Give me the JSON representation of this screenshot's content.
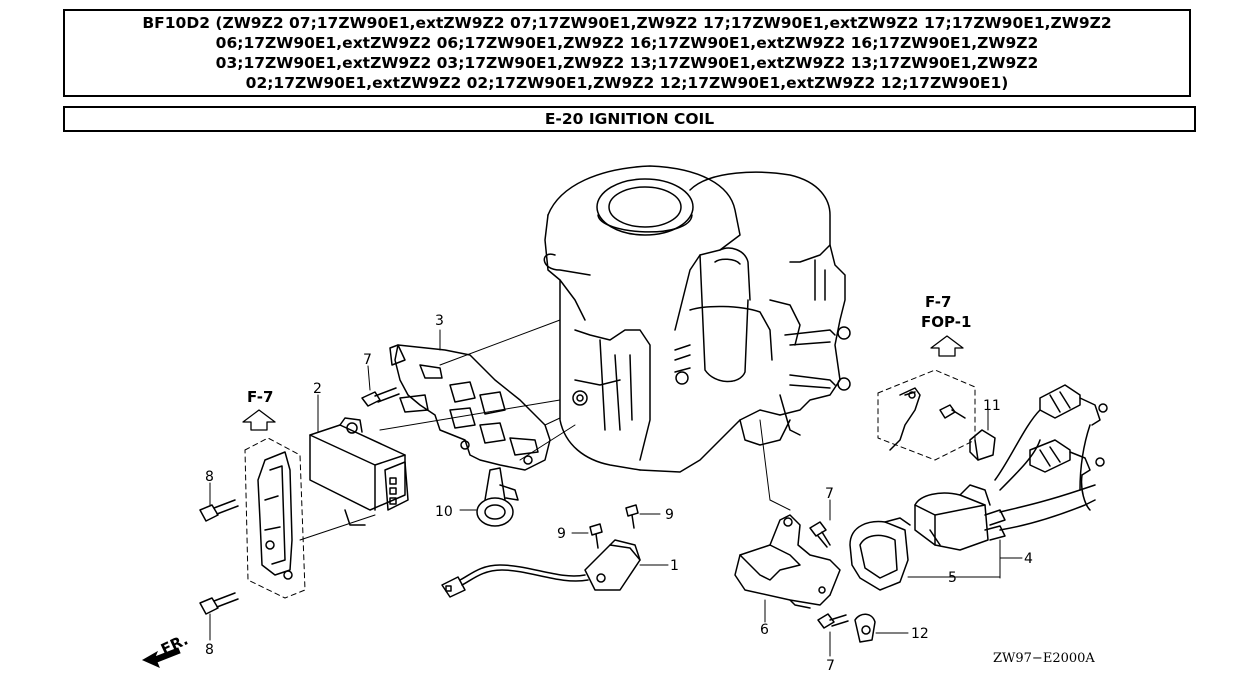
{
  "header": {
    "model_lines": [
      "BF10D2 (ZW9Z2 07;17ZW90E1,extZW9Z2 07;17ZW90E1,ZW9Z2 17;17ZW90E1,extZW9Z2 17;17ZW90E1,ZW9Z2",
      "06;17ZW90E1,extZW9Z2 06;17ZW90E1,ZW9Z2 16;17ZW90E1,extZW9Z2 16;17ZW90E1,ZW9Z2",
      "03;17ZW90E1,extZW9Z2 03;17ZW90E1,ZW9Z2 13;17ZW90E1,extZW9Z2 13;17ZW90E1,ZW9Z2",
      "02;17ZW90E1,extZW9Z2 02;17ZW90E1,ZW9Z2 12;17ZW90E1,extZW9Z2 12;17ZW90E1)"
    ],
    "section_title": "E-20 IGNITION COIL"
  },
  "diagram": {
    "refs": {
      "f7_left": "F-7",
      "f7_right": "F-7",
      "fop1": "FOP-1"
    },
    "part_numbers": {
      "p1": "1",
      "p2": "2",
      "p3": "3",
      "p4": "4",
      "p5": "5",
      "p6": "6",
      "p7_top": "7",
      "p7_mid": "7",
      "p7_bottom": "7",
      "p8_top": "8",
      "p8_bottom": "8",
      "p9_left": "9",
      "p9_right": "9",
      "p10": "10",
      "p11": "11",
      "p12": "12"
    },
    "front_label": "FR.",
    "diagram_code": "ZW97−E2000A"
  }
}
